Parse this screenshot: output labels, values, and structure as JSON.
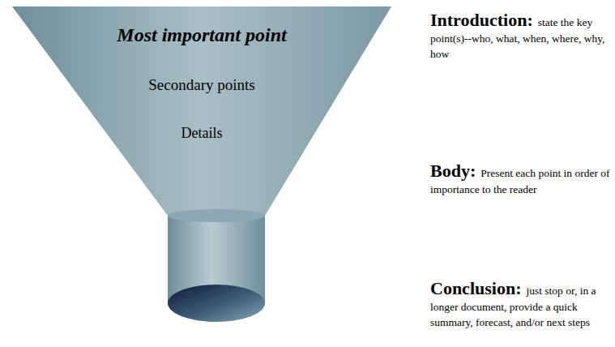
{
  "diagram": {
    "nodes": [
      {
        "text": [
          "Most important point",
          "Secondary points",
          "Details"
        ]
      }
    ],
    "labels": [
      "Introduction:",
      "state the key point(s)--who, what, when, where, why, how",
      "Body:",
      "Present each point in order of importance to the reader",
      "Conclusion:",
      "just stop or, in a longer document, provide a quick summary, forecast, and/or next steps"
    ]
  }
}
